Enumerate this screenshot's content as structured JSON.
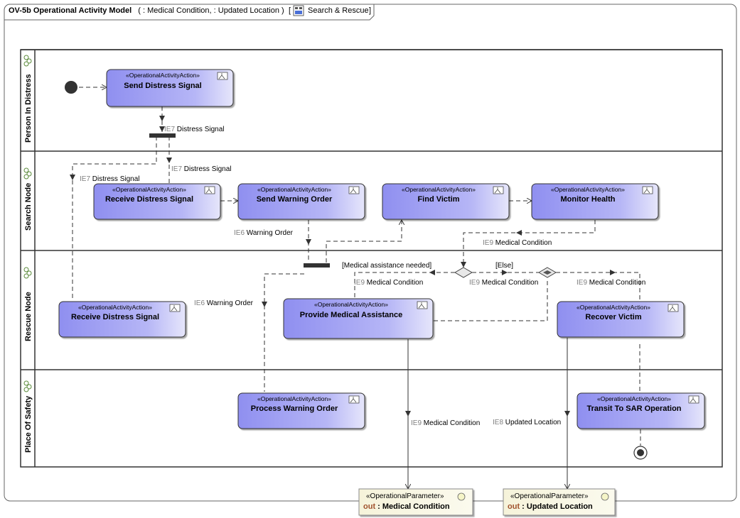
{
  "frame": {
    "kind": "OV-5b",
    "name": "Operational Activity Model",
    "params": "( : Medical Condition,  : Updated Location )",
    "diagram_ref": "Search & Rescue"
  },
  "lanes": [
    {
      "label": "Person In Distress"
    },
    {
      "label": "Search Node"
    },
    {
      "label": "Rescue Node"
    },
    {
      "label": "Place Of Safety"
    }
  ],
  "actions": [
    {
      "stereotype": "«OperationalActivityAction»",
      "name": "Send Distress Signal"
    },
    {
      "stereotype": "«OperationalActivityAction»",
      "name": "Receive Distress Signal"
    },
    {
      "stereotype": "«OperationalActivityAction»",
      "name": "Send Warning Order"
    },
    {
      "stereotype": "«OperationalActivityAction»",
      "name": "Find Victim"
    },
    {
      "stereotype": "«OperationalActivityAction»",
      "name": "Monitor Health"
    },
    {
      "stereotype": "«OperationalActivityAction»",
      "name": "Receive Distress Signal"
    },
    {
      "stereotype": "«OperationalActivityAction»",
      "name": "Provide Medical Assistance"
    },
    {
      "stereotype": "«OperationalActivityAction»",
      "name": "Recover Victim"
    },
    {
      "stereotype": "«OperationalActivityAction»",
      "name": "Process Warning Order"
    },
    {
      "stereotype": "«OperationalActivityAction»",
      "name": "Transit To SAR Operation"
    }
  ],
  "flow_labels": [
    {
      "id": "IE7",
      "text": "Distress Signal"
    },
    {
      "id": "IE7",
      "text": "Distress Signal"
    },
    {
      "id": "IE7",
      "text": "Distress Signal"
    },
    {
      "id": "IE6",
      "text": "Warning Order"
    },
    {
      "id": "IE9",
      "text": "Medical Condition"
    },
    {
      "id": "IE9",
      "text": "Medical Condition"
    },
    {
      "id": "IE9",
      "text": "Medical Condition"
    },
    {
      "id": "IE9",
      "text": "Medical Condition"
    },
    {
      "id": "IE6",
      "text": "Warning Order"
    },
    {
      "id": "IE9",
      "text": "Medical Condition"
    },
    {
      "id": "IE8",
      "text": "Updated Location"
    }
  ],
  "guards": [
    {
      "text": "[Medical assistance needed]"
    },
    {
      "text": "[Else]"
    }
  ],
  "parameters": [
    {
      "stereotype": "«OperationalParameter»",
      "direction": "out",
      "name": ": Medical Condition"
    },
    {
      "stereotype": "«OperationalParameter»",
      "direction": "out",
      "name": ": Updated Location"
    }
  ]
}
